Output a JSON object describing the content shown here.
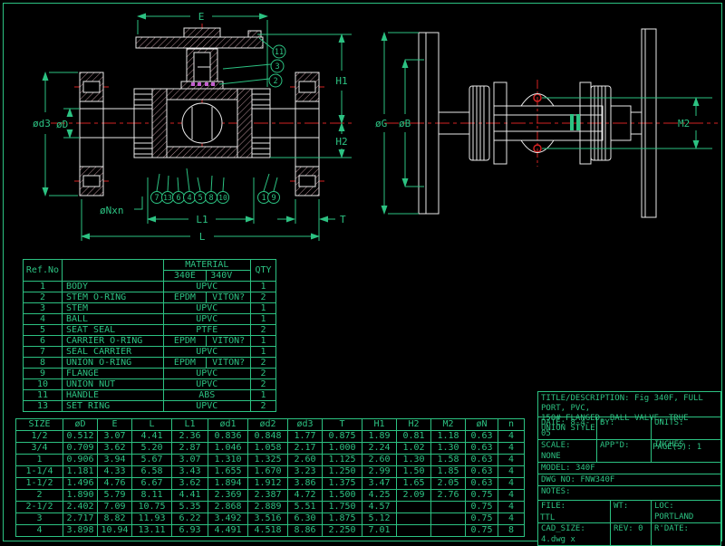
{
  "drawing": {
    "left_view": {
      "dims": {
        "e": "E",
        "h1": "H1",
        "h2": "H2",
        "d3": "ød3",
        "d": "øD",
        "nxn": "øNxn",
        "l1": "L1",
        "l": "L",
        "t": "T"
      },
      "callouts_top": [
        "11",
        "3",
        "2"
      ],
      "callouts_bottom": [
        "7",
        "13",
        "6",
        "4",
        "5",
        "8",
        "10"
      ],
      "callouts_side": [
        "1",
        "9"
      ]
    },
    "right_view": {
      "dims": {
        "g": "øG",
        "b": "øB",
        "m2": "M2"
      }
    }
  },
  "parts_table": {
    "rows": [
      [
        {
          "t": "Ref.No",
          "r": 2
        },
        {
          "t": "",
          "r": 2
        },
        {
          "t": "MATERIAL",
          "c": 2
        },
        {
          "t": "QTY",
          "r": 2
        }
      ],
      [
        "340E",
        "340V"
      ],
      [
        "1",
        "BODY",
        {
          "t": "UPVC",
          "c": 2
        },
        "1"
      ],
      [
        "2",
        "STEM O-RING",
        "EPDM",
        "VITON?",
        "2"
      ],
      [
        "3",
        "STEM",
        {
          "t": "UPVC",
          "c": 2
        },
        "1"
      ],
      [
        "4",
        "BALL",
        {
          "t": "UPVC",
          "c": 2
        },
        "1"
      ],
      [
        "5",
        "SEAT SEAL",
        {
          "t": "PTFE",
          "c": 2
        },
        "2"
      ],
      [
        "6",
        "CARRIER O-RING",
        "EPDM",
        "VITON?",
        "1"
      ],
      [
        "7",
        "SEAL CARRIER",
        {
          "t": "UPVC",
          "c": 2
        },
        "1"
      ],
      [
        "8",
        "UNION O-RING",
        "EPDM",
        "VITON?",
        "2"
      ],
      [
        "9",
        "FLANGE",
        {
          "t": "UPVC",
          "c": 2
        },
        "2"
      ],
      [
        "10",
        "UNION NUT",
        {
          "t": "UPVC",
          "c": 2
        },
        "2"
      ],
      [
        "11",
        "HANDLE",
        {
          "t": "ABS",
          "c": 2
        },
        "1"
      ],
      [
        "13",
        "SET RING",
        {
          "t": "UPVC",
          "c": 2
        },
        "2"
      ]
    ]
  },
  "size_table": {
    "rows": [
      [
        "SIZE",
        "øD",
        "E",
        "L",
        "L1",
        "ød1",
        "ød2",
        "ød3",
        "T",
        "H1",
        "H2",
        "M2",
        "øN",
        "n"
      ],
      [
        "1/2",
        "0.512",
        "3.07",
        "4.41",
        "2.36",
        "0.836",
        "0.848",
        "1.77",
        "0.875",
        "1.89",
        "0.81",
        "1.18",
        "0.63",
        "4"
      ],
      [
        "3/4",
        "0.709",
        "3.62",
        "5.20",
        "2.87",
        "1.046",
        "1.058",
        "2.17",
        "1.000",
        "2.24",
        "1.02",
        "1.30",
        "0.63",
        "4"
      ],
      [
        "1",
        "0.906",
        "3.94",
        "5.67",
        "3.07",
        "1.310",
        "1.325",
        "2.60",
        "1.125",
        "2.60",
        "1.30",
        "1.58",
        "0.63",
        "4"
      ],
      [
        "1-1/4",
        "1.181",
        "4.33",
        "6.58",
        "3.43",
        "1.655",
        "1.670",
        "3.23",
        "1.250",
        "2.99",
        "1.50",
        "1.85",
        "0.63",
        "4"
      ],
      [
        "1-1/2",
        "1.496",
        "4.76",
        "6.67",
        "3.62",
        "1.894",
        "1.912",
        "3.86",
        "1.375",
        "3.47",
        "1.65",
        "2.05",
        "0.63",
        "4"
      ],
      [
        "2",
        "1.890",
        "5.79",
        "8.11",
        "4.41",
        "2.369",
        "2.387",
        "4.72",
        "1.500",
        "4.25",
        "2.09",
        "2.76",
        "0.75",
        "4"
      ],
      [
        "2-1/2",
        "2.402",
        "7.09",
        "10.75",
        "5.35",
        "2.868",
        "2.889",
        "5.51",
        "1.750",
        "4.57",
        "",
        "",
        "0.75",
        "4"
      ],
      [
        "3",
        "2.717",
        "8.82",
        "11.93",
        "6.22",
        "3.492",
        "3.516",
        "6.30",
        "1.875",
        "5.12",
        "",
        "",
        "0.75",
        "4"
      ],
      [
        "4",
        "3.898",
        "10.94",
        "13.11",
        "6.93",
        "4.491",
        "4.518",
        "8.86",
        "2.250",
        "7.01",
        "",
        "",
        "0.75",
        "8"
      ]
    ]
  },
  "title_block": {
    "title_label": "TITLE/DESCRIPTION:",
    "title_line1": "Fig 340F, FULL PORT, PVC,",
    "title_line2": "150# FLANGED, BALL VALVE, TRUE UNION STYLE",
    "date_label": "DATE:",
    "date": "8-4-05",
    "by_label": "BY:",
    "units_label": "UNITS:",
    "units_value": "INCHES",
    "pages_label": "PAGE(S):",
    "pages_value": "1",
    "scale_label": "SCALE:",
    "scale": "NONE",
    "appd_label": "APP\"D:",
    "model_label": "MODEL:",
    "model": "340F",
    "dwg_label": "DWG NO:",
    "dwg_no": "FNW340F",
    "notes_label": "NOTES:",
    "file_label": "FILE:",
    "wt_label": "WT:",
    "loc_label": "LOC:",
    "loc": "PORTLAND",
    "cad_overlap": "CAD_SIZE: 4.dwg x",
    "rev_label": "REV:",
    "rev": "0",
    "rdate_label": "R'DATE:",
    "ttl": "TTL"
  }
}
